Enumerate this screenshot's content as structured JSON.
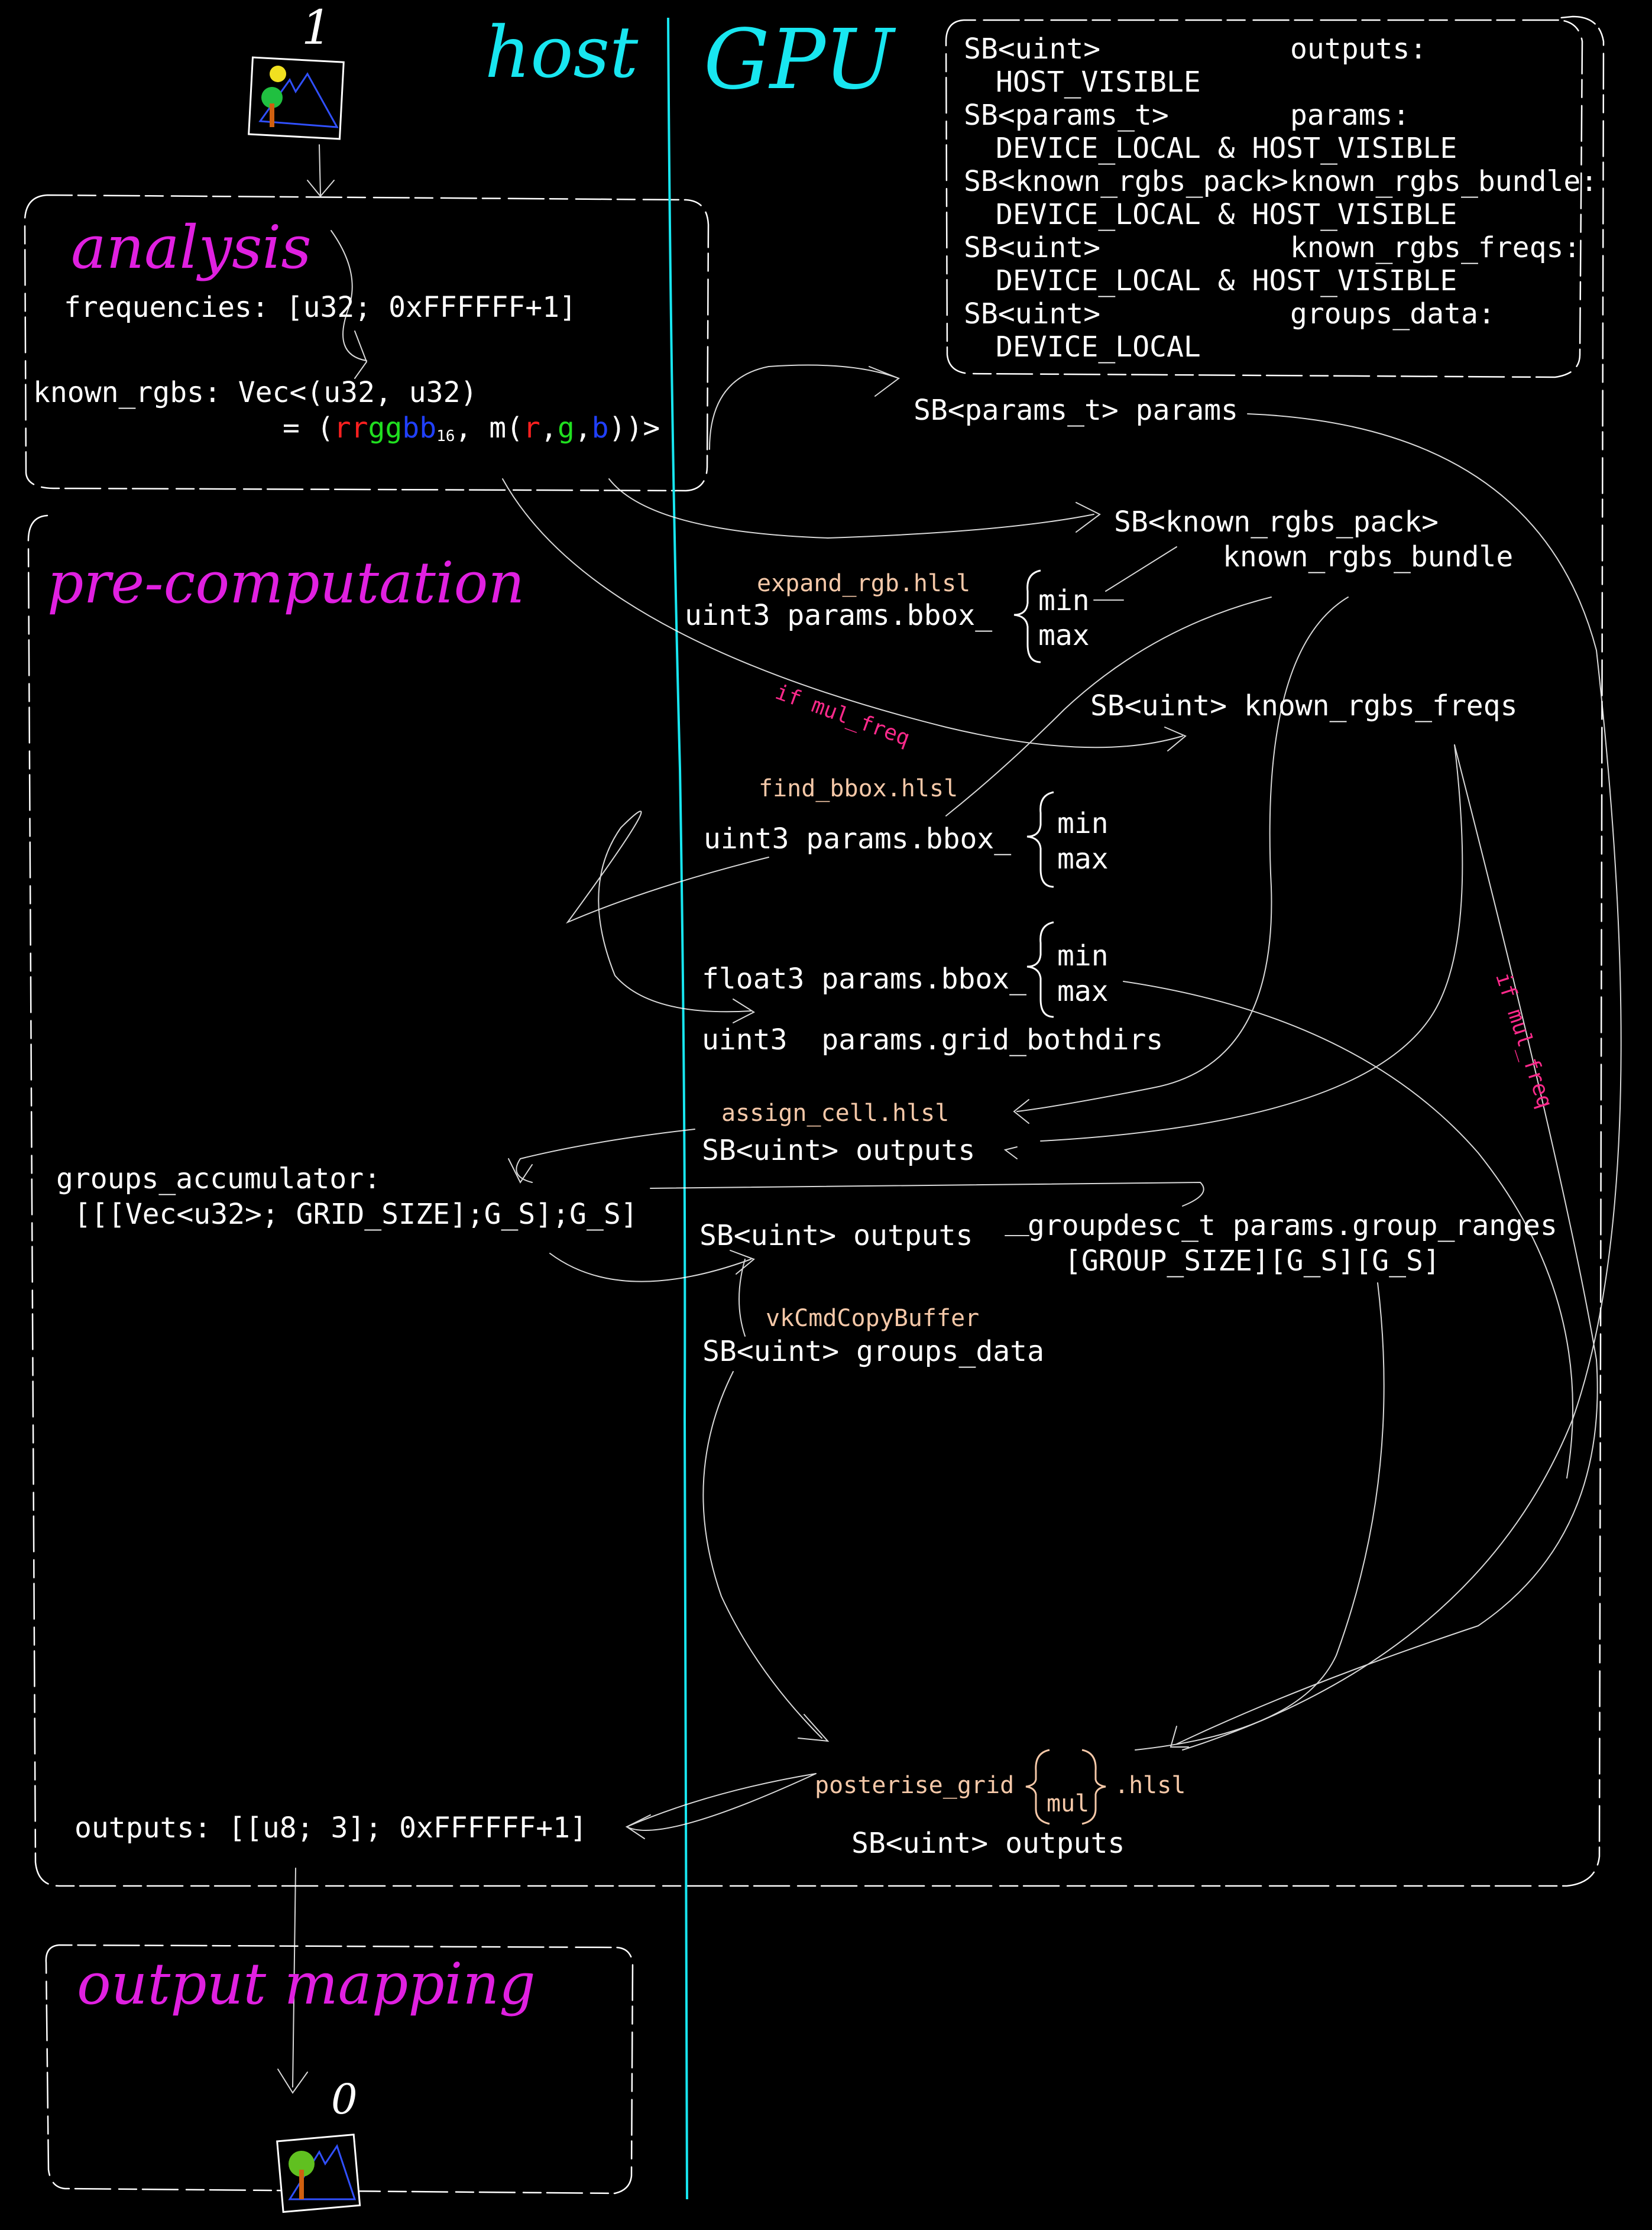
{
  "labels": {
    "top_digit": "1",
    "bottom_digit": "0",
    "host": "host",
    "gpu": "GPU",
    "analysis": "analysis",
    "precomputation": "pre-computation",
    "output_mapping": "output mapping"
  },
  "host": {
    "frequencies": "frequencies: [u32; 0xFFFFFF+1]",
    "known_rgbs_line1": "known_rgbs: Vec<(u32, u32)",
    "known_rgbs_eq": "= (",
    "rgb_r": "rr",
    "rgb_g": "gg",
    "rgb_b": "bb",
    "rgb_sub": "16",
    "m_open": ", m(",
    "m_r": "r",
    "m_c1": ",",
    "m_g": "g",
    "m_c2": ",",
    "m_b": "b",
    "m_close": "))>",
    "groups_accumulator_1": "groups_accumulator:",
    "groups_accumulator_2": "[[[Vec<u32>; GRID_SIZE];G_S];G_S]",
    "outputs": "outputs: [[u8; 3]; 0xFFFFFF+1]"
  },
  "legend": [
    {
      "type": "SB<uint>",
      "name": "outputs:",
      "flags": "HOST_VISIBLE"
    },
    {
      "type": "SB<params_t>",
      "name": "params:",
      "flags": "DEVICE_LOCAL & HOST_VISIBLE"
    },
    {
      "type": "SB<known_rgbs_pack>",
      "name": "known_rgbs_bundle:",
      "flags": "DEVICE_LOCAL & HOST_VISIBLE"
    },
    {
      "type": "SB<uint>",
      "name": "known_rgbs_freqs:",
      "flags": "DEVICE_LOCAL & HOST_VISIBLE"
    },
    {
      "type": "SB<uint>",
      "name": "groups_data:",
      "flags": "DEVICE_LOCAL"
    }
  ],
  "gpu": {
    "params": "SB<params_t> params",
    "bundle_1": "SB<known_rgbs_pack>",
    "bundle_2": "known_rgbs_bundle",
    "expand_rgb": "expand_rgb.hlsl",
    "bbox_uint_1": "uint3 params.bbox_",
    "min": "min",
    "max": "max",
    "freqs": "SB<uint> known_rgbs_freqs",
    "if_mul_freq": "if mul_freq",
    "find_bbox": "find_bbox.hlsl",
    "bbox_uint_2": "uint3 params.bbox_",
    "bbox_float": "float3 params.bbox_",
    "grid": "uint3  params.grid_bothdirs",
    "assign_cell": "assign_cell.hlsl",
    "outputs_1": "SB<uint> outputs",
    "outputs_2": "SB<uint> outputs",
    "groupdesc_1": "groupdesc_t params.group_ranges",
    "groupdesc_2": "[GROUP_SIZE][G_S][G_S]",
    "copy": "vkCmdCopyBuffer",
    "groups_data": "SB<uint> groups_data",
    "posterise_pre": "posterise_grid",
    "posterise_mul": "mul",
    "posterise_post": ".hlsl",
    "outputs_3": "SB<uint> outputs"
  },
  "colors": {
    "background": "#000000",
    "text": "#ffffff",
    "section_label": "#e020e0",
    "divider": "#18e6f0",
    "shader": "#f5c8a8",
    "conditional": "#ff2a8c"
  },
  "icons": [
    "image-icon-input",
    "image-icon-output"
  ]
}
